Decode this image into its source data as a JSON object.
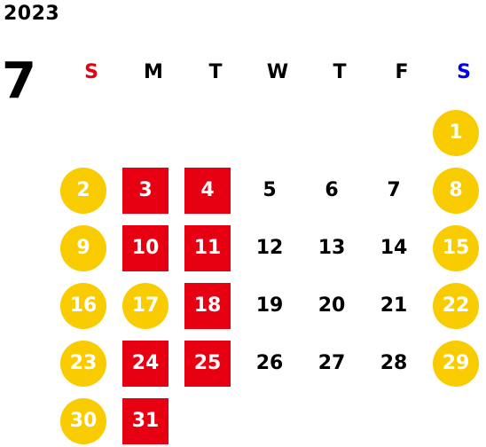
{
  "header": {
    "year": "2023",
    "month": "7"
  },
  "colors": {
    "sunday": "#e60012",
    "saturday": "#0000ee",
    "weekday_text": "#000000",
    "circle_fill": "#f8cc00",
    "square_fill": "#e60012",
    "marked_text": "#ffffff"
  },
  "weekdays": [
    {
      "label": "S",
      "kind": "sunday"
    },
    {
      "label": "M",
      "kind": "weekday"
    },
    {
      "label": "T",
      "kind": "weekday"
    },
    {
      "label": "W",
      "kind": "weekday"
    },
    {
      "label": "T",
      "kind": "weekday"
    },
    {
      "label": "F",
      "kind": "weekday"
    },
    {
      "label": "S",
      "kind": "saturday"
    }
  ],
  "days": [
    {
      "day": "1",
      "style": "circle"
    },
    {
      "day": "2",
      "style": "circle"
    },
    {
      "day": "3",
      "style": "square"
    },
    {
      "day": "4",
      "style": "square"
    },
    {
      "day": "5",
      "style": "plain"
    },
    {
      "day": "6",
      "style": "plain"
    },
    {
      "day": "7",
      "style": "plain"
    },
    {
      "day": "8",
      "style": "circle"
    },
    {
      "day": "9",
      "style": "circle"
    },
    {
      "day": "10",
      "style": "square"
    },
    {
      "day": "11",
      "style": "square"
    },
    {
      "day": "12",
      "style": "plain"
    },
    {
      "day": "13",
      "style": "plain"
    },
    {
      "day": "14",
      "style": "plain"
    },
    {
      "day": "15",
      "style": "circle"
    },
    {
      "day": "16",
      "style": "circle"
    },
    {
      "day": "17",
      "style": "circle"
    },
    {
      "day": "18",
      "style": "square"
    },
    {
      "day": "19",
      "style": "plain"
    },
    {
      "day": "20",
      "style": "plain"
    },
    {
      "day": "21",
      "style": "plain"
    },
    {
      "day": "22",
      "style": "circle"
    },
    {
      "day": "23",
      "style": "circle"
    },
    {
      "day": "24",
      "style": "square"
    },
    {
      "day": "25",
      "style": "square"
    },
    {
      "day": "26",
      "style": "plain"
    },
    {
      "day": "27",
      "style": "plain"
    },
    {
      "day": "28",
      "style": "plain"
    },
    {
      "day": "29",
      "style": "circle"
    },
    {
      "day": "30",
      "style": "circle"
    },
    {
      "day": "31",
      "style": "square"
    }
  ]
}
